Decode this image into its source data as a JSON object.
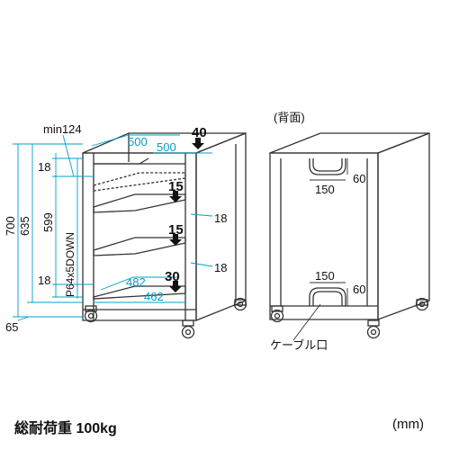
{
  "colors": {
    "outline": "#333333",
    "dimension_line": "#00a0c8",
    "dimension_text": "#00a0c8",
    "text": "#111111",
    "load_arrow": "#111111"
  },
  "front_view": {
    "label_min124": "min124",
    "width_top_outer": "500",
    "depth_top": "500",
    "load_top": "40",
    "load_shelf_upper": "15",
    "load_shelf_middle": "15",
    "load_bottom": "30",
    "height_total": "700",
    "height_inner": "635",
    "height_shelf_range": "599",
    "shelf_pitch": "P64x5DOWN",
    "gap_top": "18",
    "gap_bottom": "18",
    "caster_height": "65",
    "shelf_setback_upper": "18",
    "shelf_setback_lower": "18",
    "inner_depth": "482",
    "inner_width": "462"
  },
  "back_view": {
    "title": "(背面)",
    "upper_cutout_width": "150",
    "upper_cutout_height": "60",
    "lower_cutout_width": "150",
    "lower_cutout_height": "60",
    "cable_port_label": "ケーブル口"
  },
  "footer": {
    "load_capacity": "総耐荷重  100kg",
    "unit": "(mm)"
  }
}
